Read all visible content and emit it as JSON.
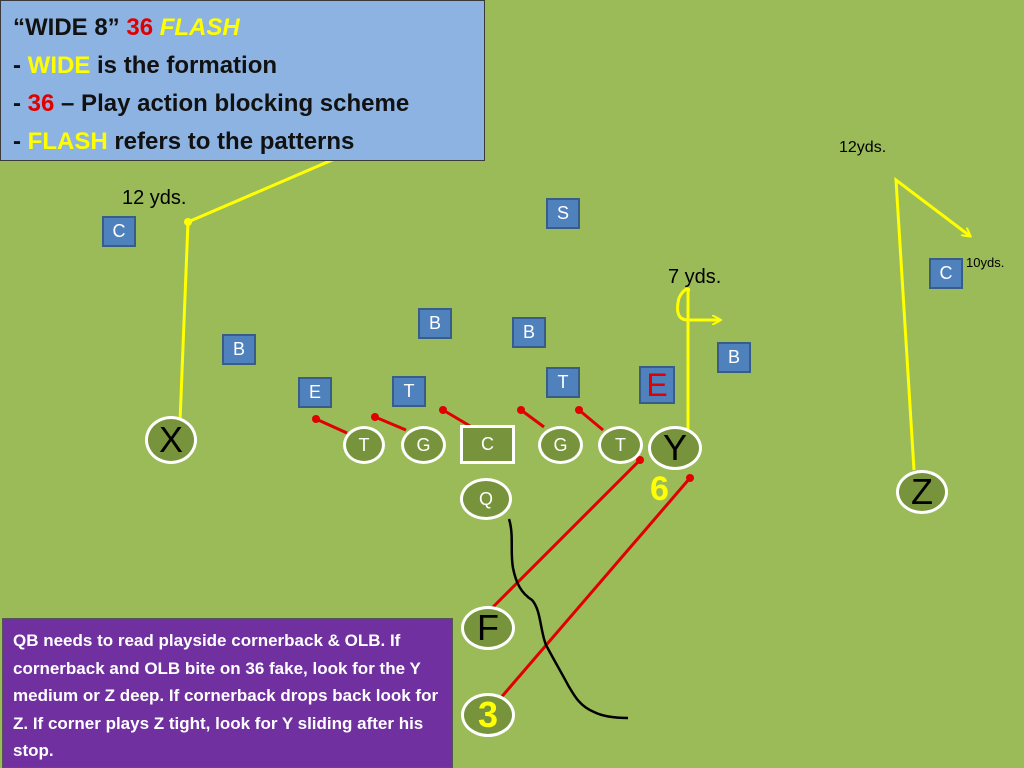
{
  "title": {
    "line1": {
      "part1": "“WIDE 8”",
      "part2": "36",
      "part3": "FLASH"
    },
    "line2": {
      "dash": "- ",
      "keyword": "WIDE",
      "rest": " is the formation"
    },
    "line3": {
      "dash": "- ",
      "keyword": "36",
      "rest": " – Play action blocking scheme"
    },
    "line4": {
      "dash": "- ",
      "keyword": "FLASH",
      "rest": " refers to the patterns"
    }
  },
  "route_labels": {
    "x_depth": "12 yds.",
    "y_depth": "7 yds.",
    "z_depth": "12yds.",
    "z_break": "10yds."
  },
  "defense": {
    "corner_left": "C",
    "safety": "S",
    "corner_right": "C",
    "backer_1": "B",
    "backer_2": "B",
    "backer_3": "B",
    "backer_4": "B",
    "end_left": "E",
    "tackle_left": "T",
    "tackle_right": "T",
    "end_right": "E"
  },
  "offense": {
    "split_end": "X",
    "left_tackle": "T",
    "left_guard": "G",
    "center": "C",
    "right_guard": "G",
    "right_tackle": "T",
    "tight_end": "Y",
    "quarterback": "Q",
    "flanker": "Z",
    "fullback": "F",
    "running_back_number": "3",
    "hole_number": "6"
  },
  "note": "QB needs to read playside  cornerback & OLB.  If cornerback and OLB bite on 36 fake, look for the Y medium or Z deep.  If cornerback drops back look for Z.  If corner plays Z tight, look for Y sliding after his stop.",
  "colors": {
    "field": "#9bbb59",
    "defender_fill": "#4f81bd",
    "offense_fill": "#77933c",
    "route_line": "#ffff00",
    "block_line": "#e00000",
    "title_bg": "#8db3e2",
    "note_bg": "#7030a0"
  }
}
